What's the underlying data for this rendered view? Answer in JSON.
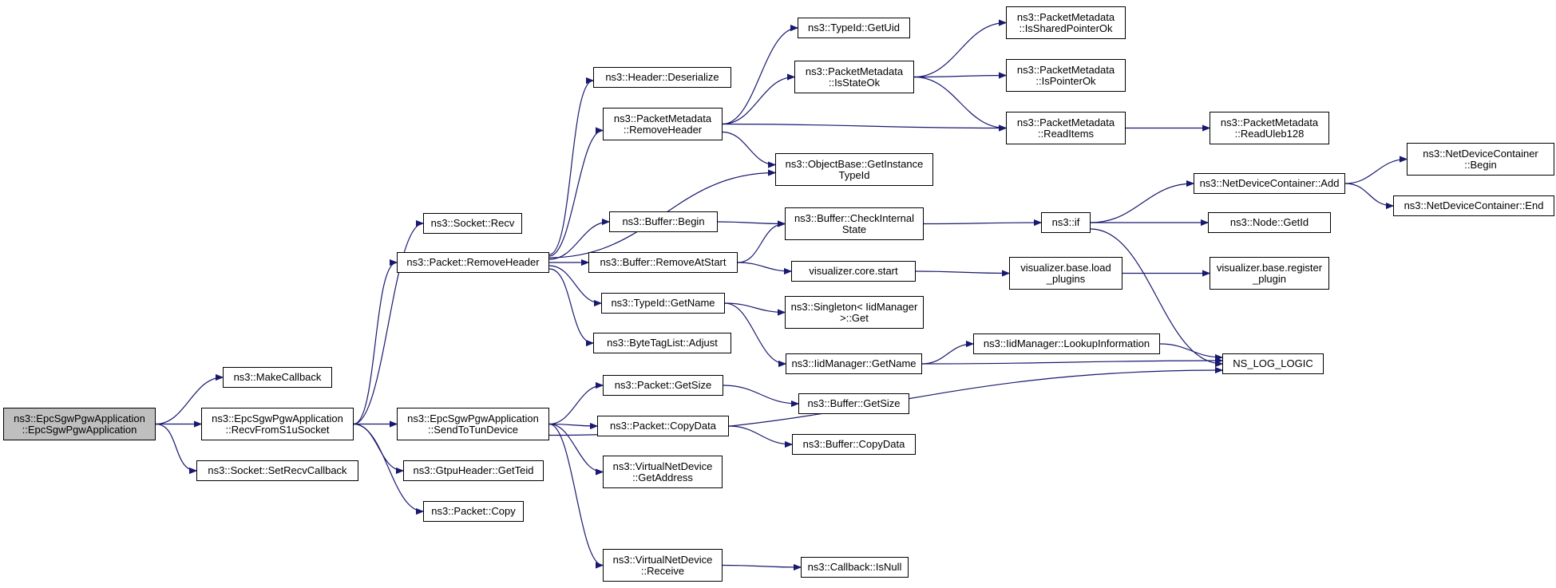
{
  "nodes": [
    {
      "id": "root",
      "lines": [
        "ns3::EpcSgwPgwApplication",
        "::EpcSgwPgwApplication"
      ],
      "root": true
    },
    {
      "id": "makecallback",
      "lines": [
        "ns3::MakeCallback"
      ]
    },
    {
      "id": "recvs1u",
      "lines": [
        "ns3::EpcSgwPgwApplication",
        "::RecvFromS1uSocket"
      ]
    },
    {
      "id": "setrecvcb",
      "lines": [
        "ns3::Socket::SetRecvCallback"
      ]
    },
    {
      "id": "sockrecv",
      "lines": [
        "ns3::Socket::Recv"
      ]
    },
    {
      "id": "pktremovehdr",
      "lines": [
        "ns3::Packet::RemoveHeader"
      ]
    },
    {
      "id": "sendtotun",
      "lines": [
        "ns3::EpcSgwPgwApplication",
        "::SendToTunDevice"
      ]
    },
    {
      "id": "gtputeid",
      "lines": [
        "ns3::GtpuHeader::GetTeid"
      ]
    },
    {
      "id": "pktcopy",
      "lines": [
        "ns3::Packet::Copy"
      ]
    },
    {
      "id": "hdrdeser",
      "lines": [
        "ns3::Header::Deserialize"
      ]
    },
    {
      "id": "pmremovehdr",
      "lines": [
        "ns3::PacketMetadata",
        "::RemoveHeader"
      ]
    },
    {
      "id": "bufbegin",
      "lines": [
        "ns3::Buffer::Begin"
      ]
    },
    {
      "id": "bufremoveatstart",
      "lines": [
        "ns3::Buffer::RemoveAtStart"
      ]
    },
    {
      "id": "typeidgetname",
      "lines": [
        "ns3::TypeId::GetName"
      ]
    },
    {
      "id": "bytetagadjust",
      "lines": [
        "ns3::ByteTagList::Adjust"
      ]
    },
    {
      "id": "pktgetsize",
      "lines": [
        "ns3::Packet::GetSize"
      ]
    },
    {
      "id": "pktcopydata",
      "lines": [
        "ns3::Packet::CopyData"
      ]
    },
    {
      "id": "vndgetaddr",
      "lines": [
        "ns3::VirtualNetDevice",
        "::GetAddress"
      ]
    },
    {
      "id": "vndreceive",
      "lines": [
        "ns3::VirtualNetDevice",
        "::Receive"
      ]
    },
    {
      "id": "typeidgetuid",
      "lines": [
        "ns3::TypeId::GetUid"
      ]
    },
    {
      "id": "pmisstateok",
      "lines": [
        "ns3::PacketMetadata",
        "::IsStateOk"
      ]
    },
    {
      "id": "objgetinst",
      "lines": [
        "ns3::ObjectBase::GetInstance",
        "TypeId"
      ]
    },
    {
      "id": "bufcheckint",
      "lines": [
        "ns3::Buffer::CheckInternal",
        "State"
      ]
    },
    {
      "id": "viscorestart",
      "lines": [
        "visualizer.core.start"
      ]
    },
    {
      "id": "singletonget",
      "lines": [
        "ns3::Singleton< IidManager",
        ">::Get"
      ]
    },
    {
      "id": "iidgetname",
      "lines": [
        "ns3::IidManager::GetName"
      ]
    },
    {
      "id": "bufgetsize",
      "lines": [
        "ns3::Buffer::GetSize"
      ]
    },
    {
      "id": "bufcopydata",
      "lines": [
        "ns3::Buffer::CopyData"
      ]
    },
    {
      "id": "cbisnull",
      "lines": [
        "ns3::Callback::IsNull"
      ]
    },
    {
      "id": "pmissharedptr",
      "lines": [
        "ns3::PacketMetadata",
        "::IsSharedPointerOk"
      ]
    },
    {
      "id": "pmisptrok",
      "lines": [
        "ns3::PacketMetadata",
        "::IsPointerOk"
      ]
    },
    {
      "id": "pmreaditems",
      "lines": [
        "ns3::PacketMetadata",
        "::ReadItems"
      ]
    },
    {
      "id": "nsif",
      "lines": [
        "ns3::if"
      ]
    },
    {
      "id": "visloadplugins",
      "lines": [
        "visualizer.base.load",
        "_plugins"
      ]
    },
    {
      "id": "iidlookup",
      "lines": [
        "ns3::IidManager::LookupInformation"
      ]
    },
    {
      "id": "pmreaduleb",
      "lines": [
        "ns3::PacketMetadata",
        "::ReadUleb128"
      ]
    },
    {
      "id": "ndcadd",
      "lines": [
        "ns3::NetDeviceContainer::Add"
      ]
    },
    {
      "id": "nodegetid",
      "lines": [
        "ns3::Node::GetId"
      ]
    },
    {
      "id": "visregplugin",
      "lines": [
        "visualizer.base.register",
        "_plugin"
      ]
    },
    {
      "id": "nsloglogic",
      "lines": [
        "NS_LOG_LOGIC"
      ]
    },
    {
      "id": "ndcbegin",
      "lines": [
        "ns3::NetDeviceContainer",
        "::Begin"
      ]
    },
    {
      "id": "ndcend",
      "lines": [
        "ns3::NetDeviceContainer::End"
      ]
    }
  ],
  "edges": [
    [
      "root",
      "makecallback"
    ],
    [
      "root",
      "recvs1u"
    ],
    [
      "root",
      "setrecvcb"
    ],
    [
      "recvs1u",
      "sockrecv"
    ],
    [
      "recvs1u",
      "pktremovehdr"
    ],
    [
      "recvs1u",
      "sendtotun"
    ],
    [
      "recvs1u",
      "gtputeid"
    ],
    [
      "recvs1u",
      "pktcopy"
    ],
    [
      "pktremovehdr",
      "hdrdeser"
    ],
    [
      "pktremovehdr",
      "pmremovehdr"
    ],
    [
      "pktremovehdr",
      "objgetinst"
    ],
    [
      "pktremovehdr",
      "bufbegin"
    ],
    [
      "pktremovehdr",
      "bufremoveatstart"
    ],
    [
      "pktremovehdr",
      "typeidgetname"
    ],
    [
      "pktremovehdr",
      "bytetagadjust"
    ],
    [
      "pmremovehdr",
      "typeidgetuid"
    ],
    [
      "pmremovehdr",
      "pmisstateok"
    ],
    [
      "pmremovehdr",
      "pmreaditems"
    ],
    [
      "pmremovehdr",
      "objgetinst"
    ],
    [
      "pmisstateok",
      "pmissharedptr"
    ],
    [
      "pmisstateok",
      "pmisptrok"
    ],
    [
      "pmisstateok",
      "pmreaditems"
    ],
    [
      "pmreaditems",
      "pmreaduleb"
    ],
    [
      "bufbegin",
      "bufcheckint"
    ],
    [
      "bufremoveatstart",
      "bufcheckint"
    ],
    [
      "bufremoveatstart",
      "viscorestart"
    ],
    [
      "bufcheckint",
      "nsif"
    ],
    [
      "nsif",
      "ndcadd"
    ],
    [
      "nsif",
      "nodegetid"
    ],
    [
      "nsif",
      "nsloglogic"
    ],
    [
      "ndcadd",
      "ndcbegin"
    ],
    [
      "ndcadd",
      "ndcend"
    ],
    [
      "viscorestart",
      "visloadplugins"
    ],
    [
      "visloadplugins",
      "visregplugin"
    ],
    [
      "typeidgetname",
      "singletonget"
    ],
    [
      "typeidgetname",
      "iidgetname"
    ],
    [
      "iidgetname",
      "iidlookup"
    ],
    [
      "iidgetname",
      "nsloglogic"
    ],
    [
      "iidlookup",
      "nsloglogic"
    ],
    [
      "sendtotun",
      "pktgetsize"
    ],
    [
      "sendtotun",
      "pktcopydata"
    ],
    [
      "sendtotun",
      "vndgetaddr"
    ],
    [
      "sendtotun",
      "vndreceive"
    ],
    [
      "sendtotun",
      "nsloglogic"
    ],
    [
      "pktgetsize",
      "bufgetsize"
    ],
    [
      "pktcopydata",
      "bufcopydata"
    ],
    [
      "vndreceive",
      "cbisnull"
    ]
  ]
}
